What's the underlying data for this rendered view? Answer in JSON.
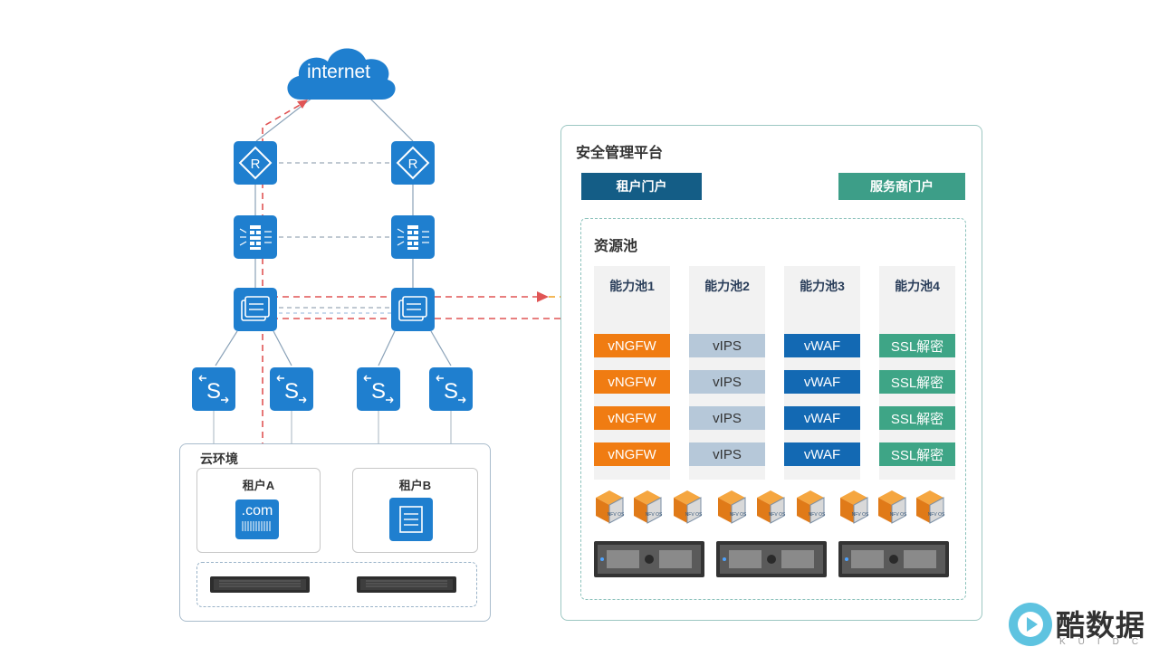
{
  "internet_label": "internet",
  "cloud_env": {
    "title": "云环境",
    "tenant_a": {
      "label": "租户A",
      "icon_text": ".com"
    },
    "tenant_b": {
      "label": "租户B"
    }
  },
  "platform": {
    "title": "安全管理平台",
    "tenant_portal": "租户门户",
    "provider_portal": "服务商门户",
    "resource_pool": {
      "title": "资源池",
      "pools": [
        {
          "label": "能力池1",
          "items": [
            "vNGFW",
            "vNGFW",
            "vNGFW",
            "vNGFW"
          ],
          "color": "#f07c12"
        },
        {
          "label": "能力池2",
          "items": [
            "vIPS",
            "vIPS",
            "vIPS",
            "vIPS"
          ],
          "color": "#b6c8d9"
        },
        {
          "label": "能力池3",
          "items": [
            "vWAF",
            "vWAF",
            "vWAF",
            "vWAF"
          ],
          "color": "#1369b3"
        },
        {
          "label": "能力池4",
          "items": [
            "SSL解密",
            "SSL解密",
            "SSL解密",
            "SSL解密"
          ],
          "color": "#3ea586"
        }
      ],
      "cube_text": "NFV OS"
    }
  },
  "watermark": {
    "text": "酷数据",
    "sub": "KUIDC"
  },
  "colors": {
    "node_blue": "#1f7fcf",
    "panel_border": "#9cc7c2",
    "tenant_portal_bg": "#145d86",
    "provider_portal_bg": "#3d9e88",
    "flow_red": "#e05555",
    "flow_orange": "#f0a020"
  },
  "icons": {
    "router": "router-icon",
    "firewall": "firewall-icon",
    "core_switch": "core-switch-icon",
    "access_switch": "access-switch-icon"
  }
}
